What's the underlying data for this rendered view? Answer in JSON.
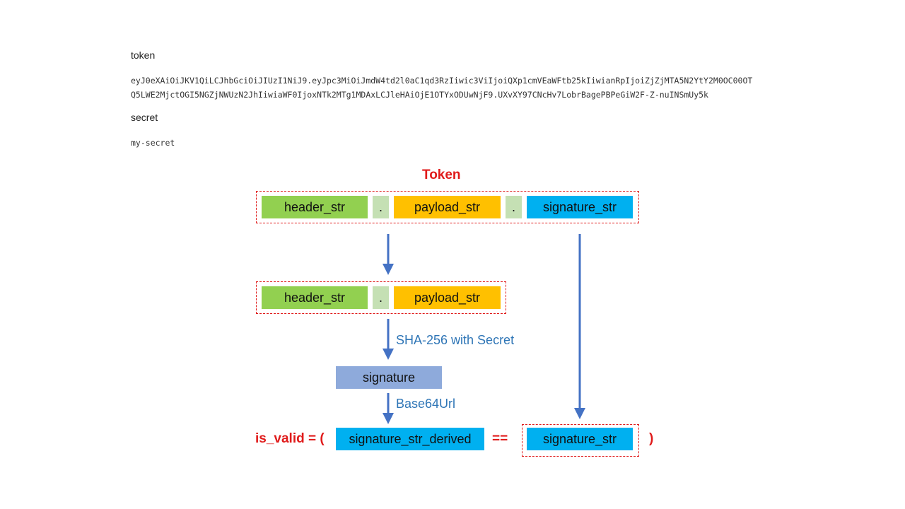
{
  "token_section": {
    "label": "token",
    "line1": "eyJ0eXAiOiJKV1QiLCJhbGciOiJIUzI1NiJ9.eyJpc3MiOiJmdW4td2l0aC1qd3RzIiwic3ViIjoiQXp1cmVEaWFtb25kIiwianRpIjoiZjZjMTA5N2YtY2M0OC00OT",
    "line2": "Q5LWE2MjctOGI5NGZjNWUzN2JhIiwiaWF0IjoxNTk2MTg1MDAxLCJleHAiOjE1OTYxODUwNjF9.UXvXY97CNcHv7LobrBagePBPeGiW2F-Z-nuINSmUy5k"
  },
  "secret_section": {
    "label": "secret",
    "value": "my-secret"
  },
  "diagram": {
    "title": "Token",
    "row1": {
      "header": "header_str",
      "dot1": ".",
      "payload": "payload_str",
      "dot2": ".",
      "signature": "signature_str"
    },
    "row2": {
      "header": "header_str",
      "dot": ".",
      "payload": "payload_str"
    },
    "step1_label": "SHA-256 with Secret",
    "signature_box": "signature",
    "step2_label": "Base64Url",
    "result": {
      "prefix": "is_valid = (",
      "derived": "signature_str_derived",
      "equals": "==",
      "signature": "signature_str",
      "suffix": ")"
    },
    "colors": {
      "header": "#92d050",
      "dot": "#c5e0b4",
      "payload": "#ffc000",
      "signature": "#00b0f0",
      "computed_signature": "#8eaadb",
      "dashed_border": "#e01b1b",
      "arrow": "#4472c4",
      "title": "#e01b1b",
      "step_label": "#2e75b6"
    }
  }
}
